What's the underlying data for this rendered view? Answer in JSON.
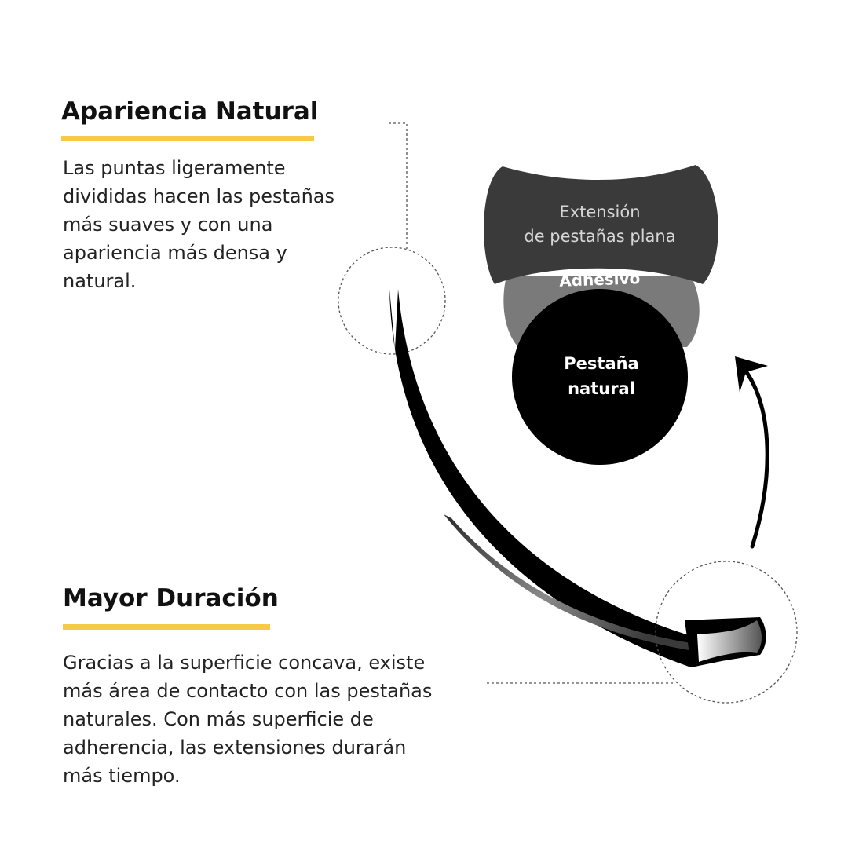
{
  "sections": {
    "natural": {
      "title": "Apariencia Natural",
      "lines": [
        "Las puntas ligeramente",
        "divididas hacen las pestañas",
        "más suaves y con una",
        "apariencia más densa y",
        "natural."
      ]
    },
    "duracion": {
      "title": "Mayor Duración",
      "lines": [
        "Gracias a la superficie concava, existe",
        "más área de contacto con las pestañas",
        "naturales. Con más superficie de",
        "adherencia, las extensiones durarán",
        "más tiempo."
      ]
    }
  },
  "diagram": {
    "extension_label": [
      "Extensión",
      "de pestañas plana"
    ],
    "adhesive_label": "Adhesivo",
    "natural_lash_label": [
      "Pestaña",
      "natural"
    ]
  },
  "colors": {
    "accent_underline": "#f7c948",
    "extension": "#3a3a3a",
    "adhesive": "#7a7a7a",
    "natural_lash": "#000000",
    "text": "#222222"
  }
}
